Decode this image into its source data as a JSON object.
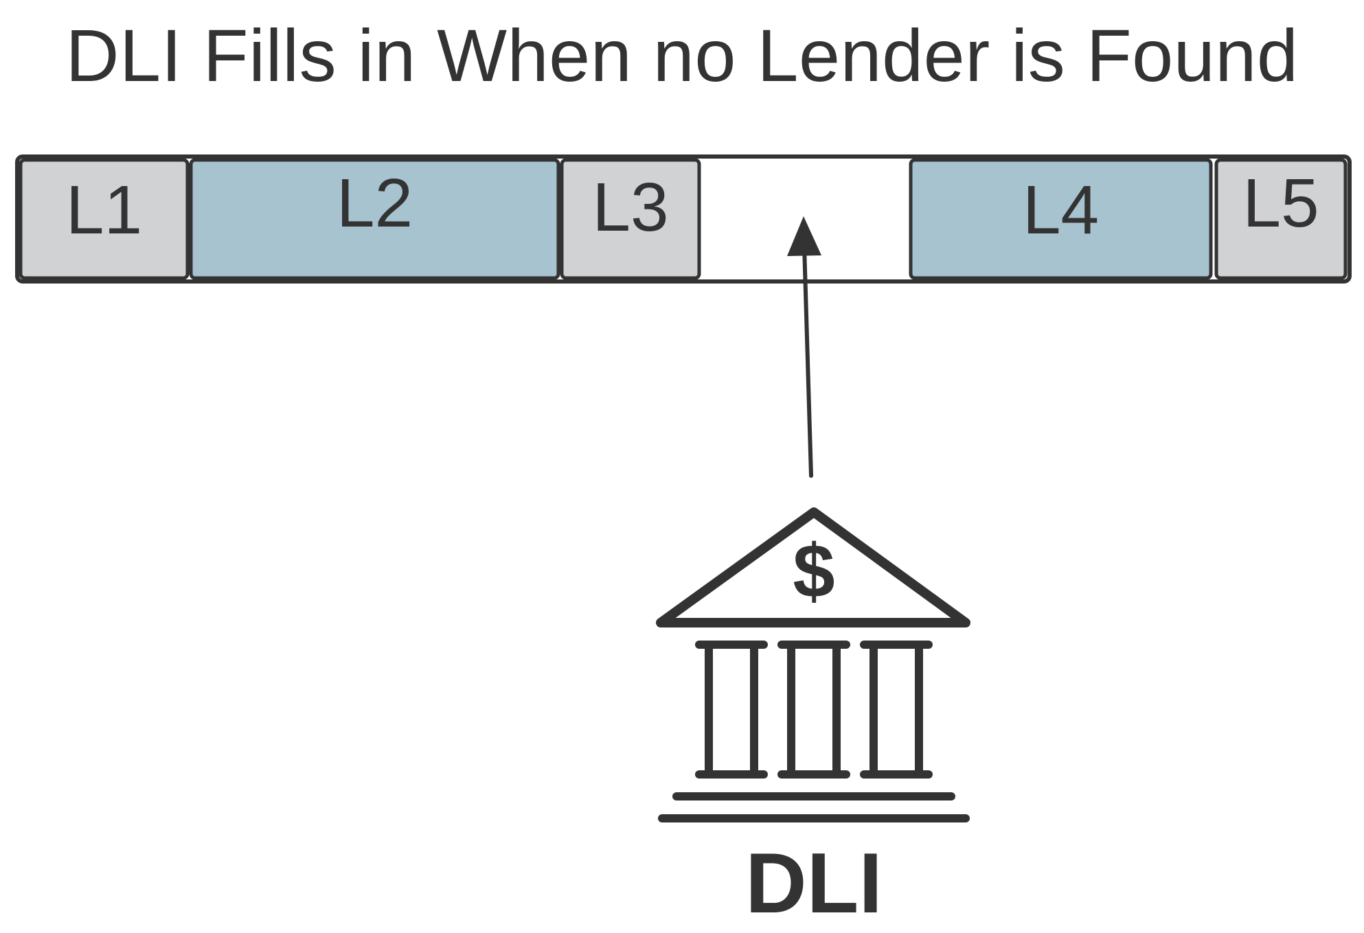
{
  "title": "DLI Fills in When no Lender is Found",
  "lender_bar": {
    "segments": [
      {
        "label": "L1",
        "kind": "lender",
        "color": "#d1d2d4"
      },
      {
        "label": "L2",
        "kind": "lender",
        "color": "#a7c3d0"
      },
      {
        "label": "L3",
        "kind": "lender",
        "color": "#d1d2d4"
      },
      {
        "label": "",
        "kind": "gap",
        "color": "#ffffff"
      },
      {
        "label": "L4",
        "kind": "lender",
        "color": "#a7c3d0"
      },
      {
        "label": "L5",
        "kind": "lender",
        "color": "#d1d2d4"
      }
    ],
    "border_color": "#333333"
  },
  "arrow": {
    "from": "DLI",
    "to": "gap"
  },
  "bank": {
    "icon": "bank-icon",
    "symbol": "$",
    "label": "DLI"
  }
}
